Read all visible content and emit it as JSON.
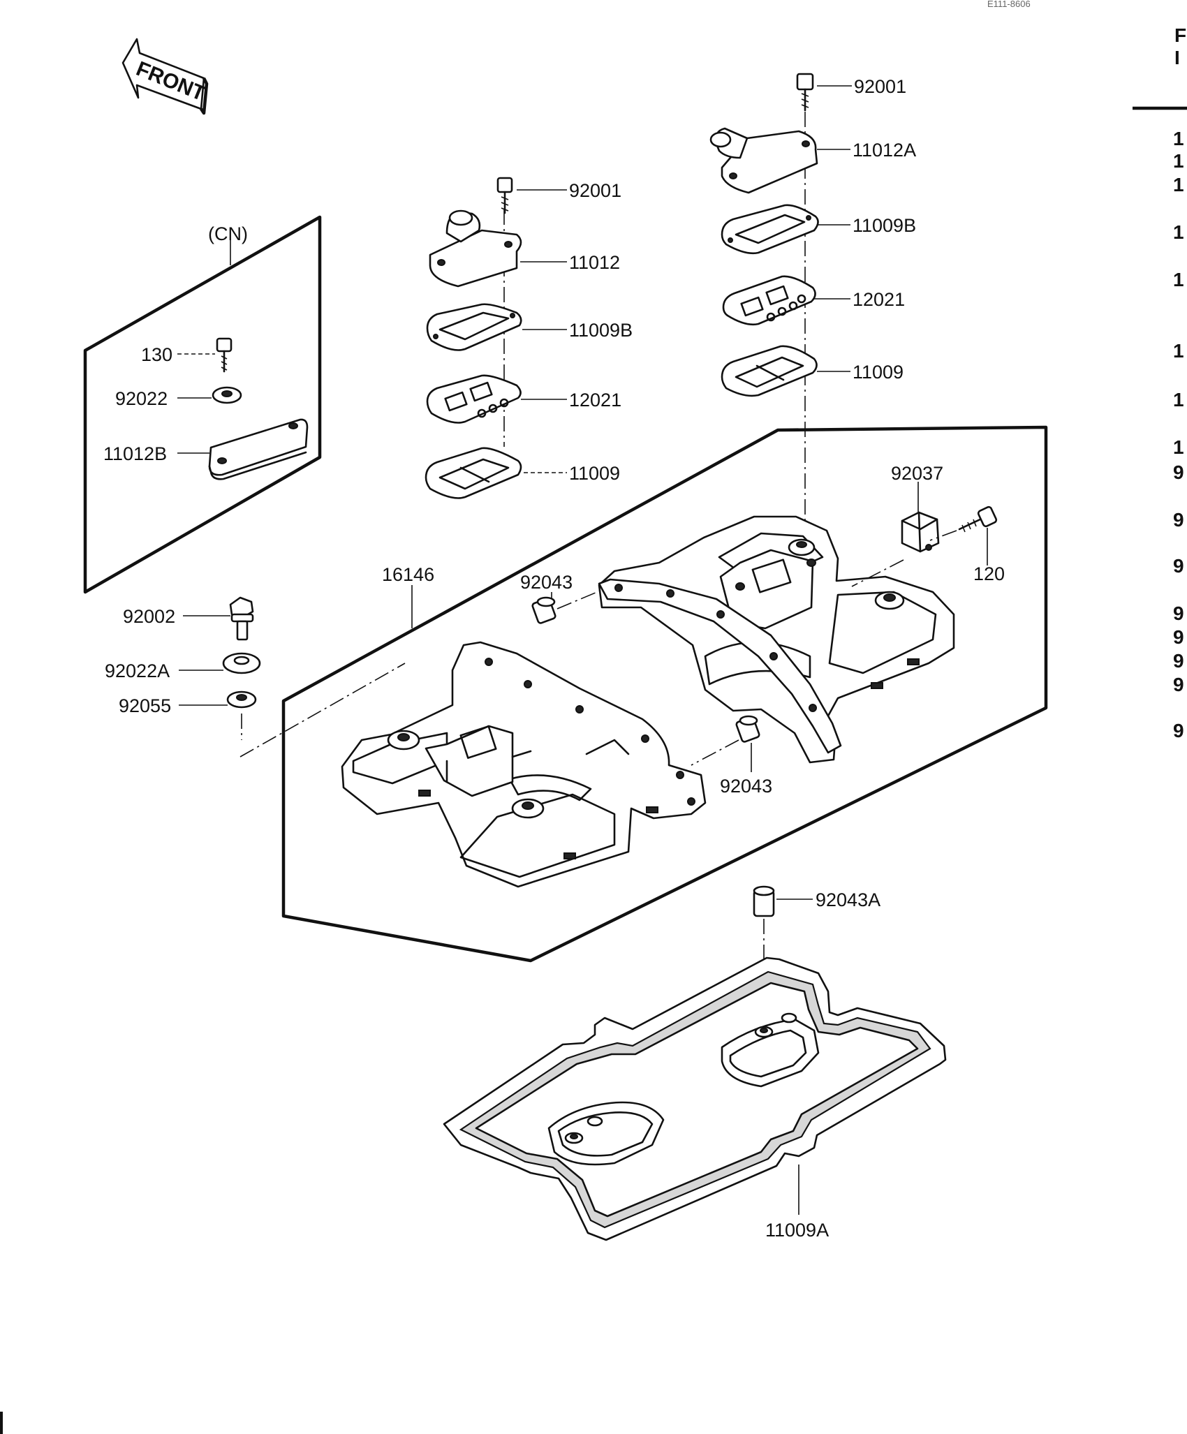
{
  "diagram": {
    "front_arrow_label": "FRONT",
    "sheet_code": "E111-8606",
    "variant_box_label": "(CN)",
    "labels": {
      "bolt_92001_left": "92001",
      "cover_11012": "11012",
      "gasket_11009B_left": "11009B",
      "plate_12021_left": "12021",
      "gasket_11009_left": "11009",
      "bolt_92001_right": "92001",
      "cover_11012A": "11012A",
      "gasket_11009B_right": "11009B",
      "plate_12021_right": "12021",
      "gasket_11009_right": "11009",
      "bolt_130": "130",
      "washer_92022": "92022",
      "cap_11012B": "11012B",
      "bolt_92002": "92002",
      "washer_92022A": "92022A",
      "washer_92055": "92055",
      "cover_16146": "16146",
      "dowel_92043_top": "92043",
      "dowel_92043_bottom": "92043",
      "damper_92037": "92037",
      "bolt_120": "120",
      "dowel_92043A": "92043A",
      "gasket_11009A": "11009A"
    },
    "right_column_digits": [
      "F",
      "I",
      "1",
      "1",
      "1",
      "1",
      "1",
      "1",
      "1",
      "1",
      "9",
      "9",
      "9",
      "9",
      "9",
      "9",
      "9",
      "9"
    ]
  }
}
